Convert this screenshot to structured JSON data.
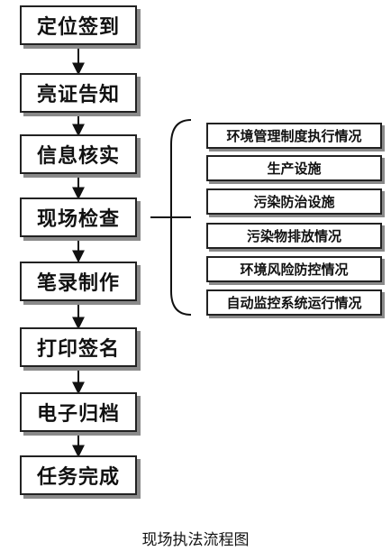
{
  "steps": [
    "定位签到",
    "亮证告知",
    "信息核实",
    "现场检查",
    "笔录制作",
    "打印签名",
    "电子归档",
    "任务完成"
  ],
  "inspection_items": [
    "环境管理制度执行情况",
    "生产设施",
    "污染防治设施",
    "污染物排放情况",
    "环境风险防控情况",
    "自动监控系统运行情况"
  ],
  "caption": "现场执法流程图"
}
